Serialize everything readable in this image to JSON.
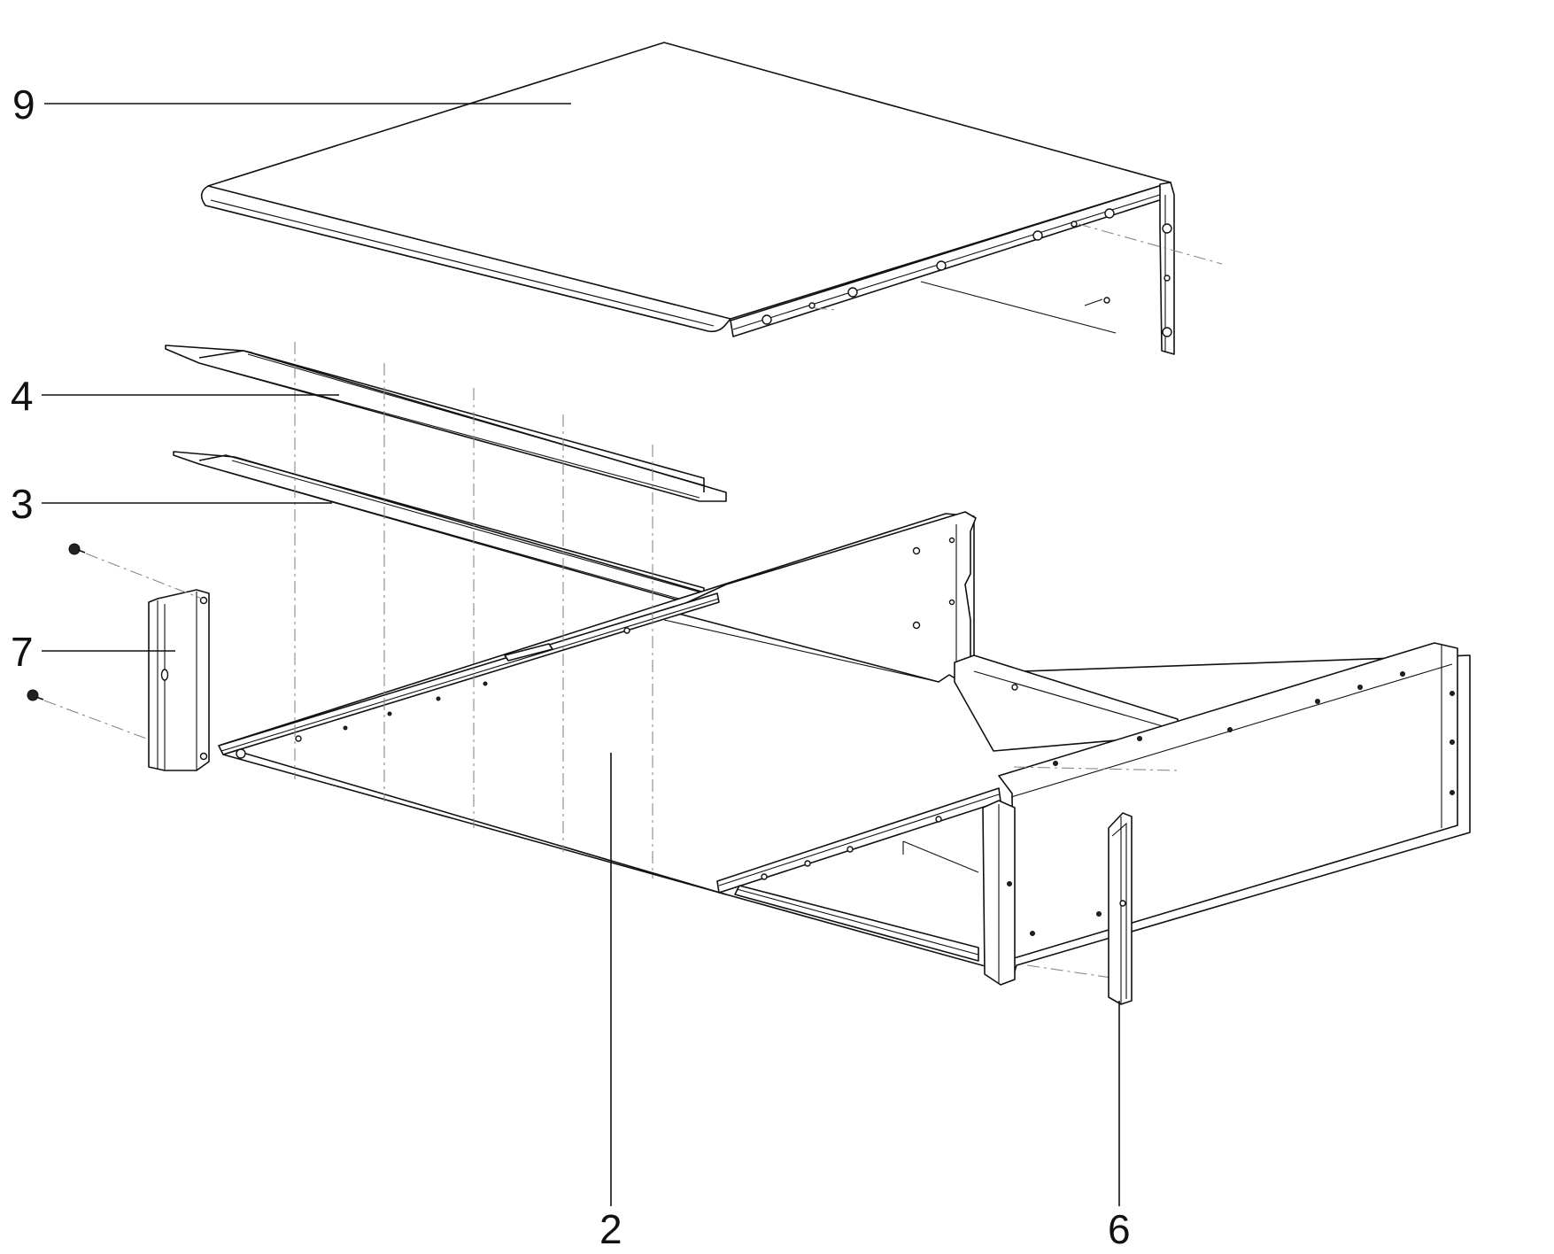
{
  "callouts": {
    "c9": "9",
    "c4": "4",
    "c3": "3",
    "c7": "7",
    "c2": "2",
    "c6": "6"
  }
}
